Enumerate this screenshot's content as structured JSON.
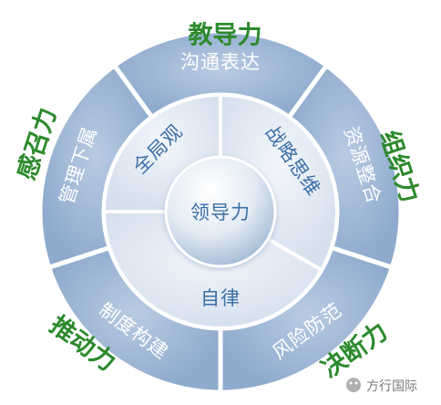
{
  "center": {
    "label": "领导力"
  },
  "inner_segments": [
    {
      "label": "全局观"
    },
    {
      "label": "战略思维"
    },
    {
      "label": "自律"
    }
  ],
  "ring_segments": [
    {
      "label": "沟通表达"
    },
    {
      "label": "资源整合"
    },
    {
      "label": "风险防范"
    },
    {
      "label": "制度构建"
    },
    {
      "label": "管理下属"
    }
  ],
  "outer_labels": [
    {
      "label": "教导力"
    },
    {
      "label": "组织力"
    },
    {
      "label": "决断力"
    },
    {
      "label": "推动力"
    },
    {
      "label": "感召力"
    }
  ],
  "watermark": {
    "text": "方行国际"
  },
  "colors": {
    "ring": "#9db5d3",
    "inner": "#e4ebf5",
    "separator": "#ffffff",
    "inner_text": "#3d6fa6",
    "outer_label": "#2c8a2c"
  }
}
